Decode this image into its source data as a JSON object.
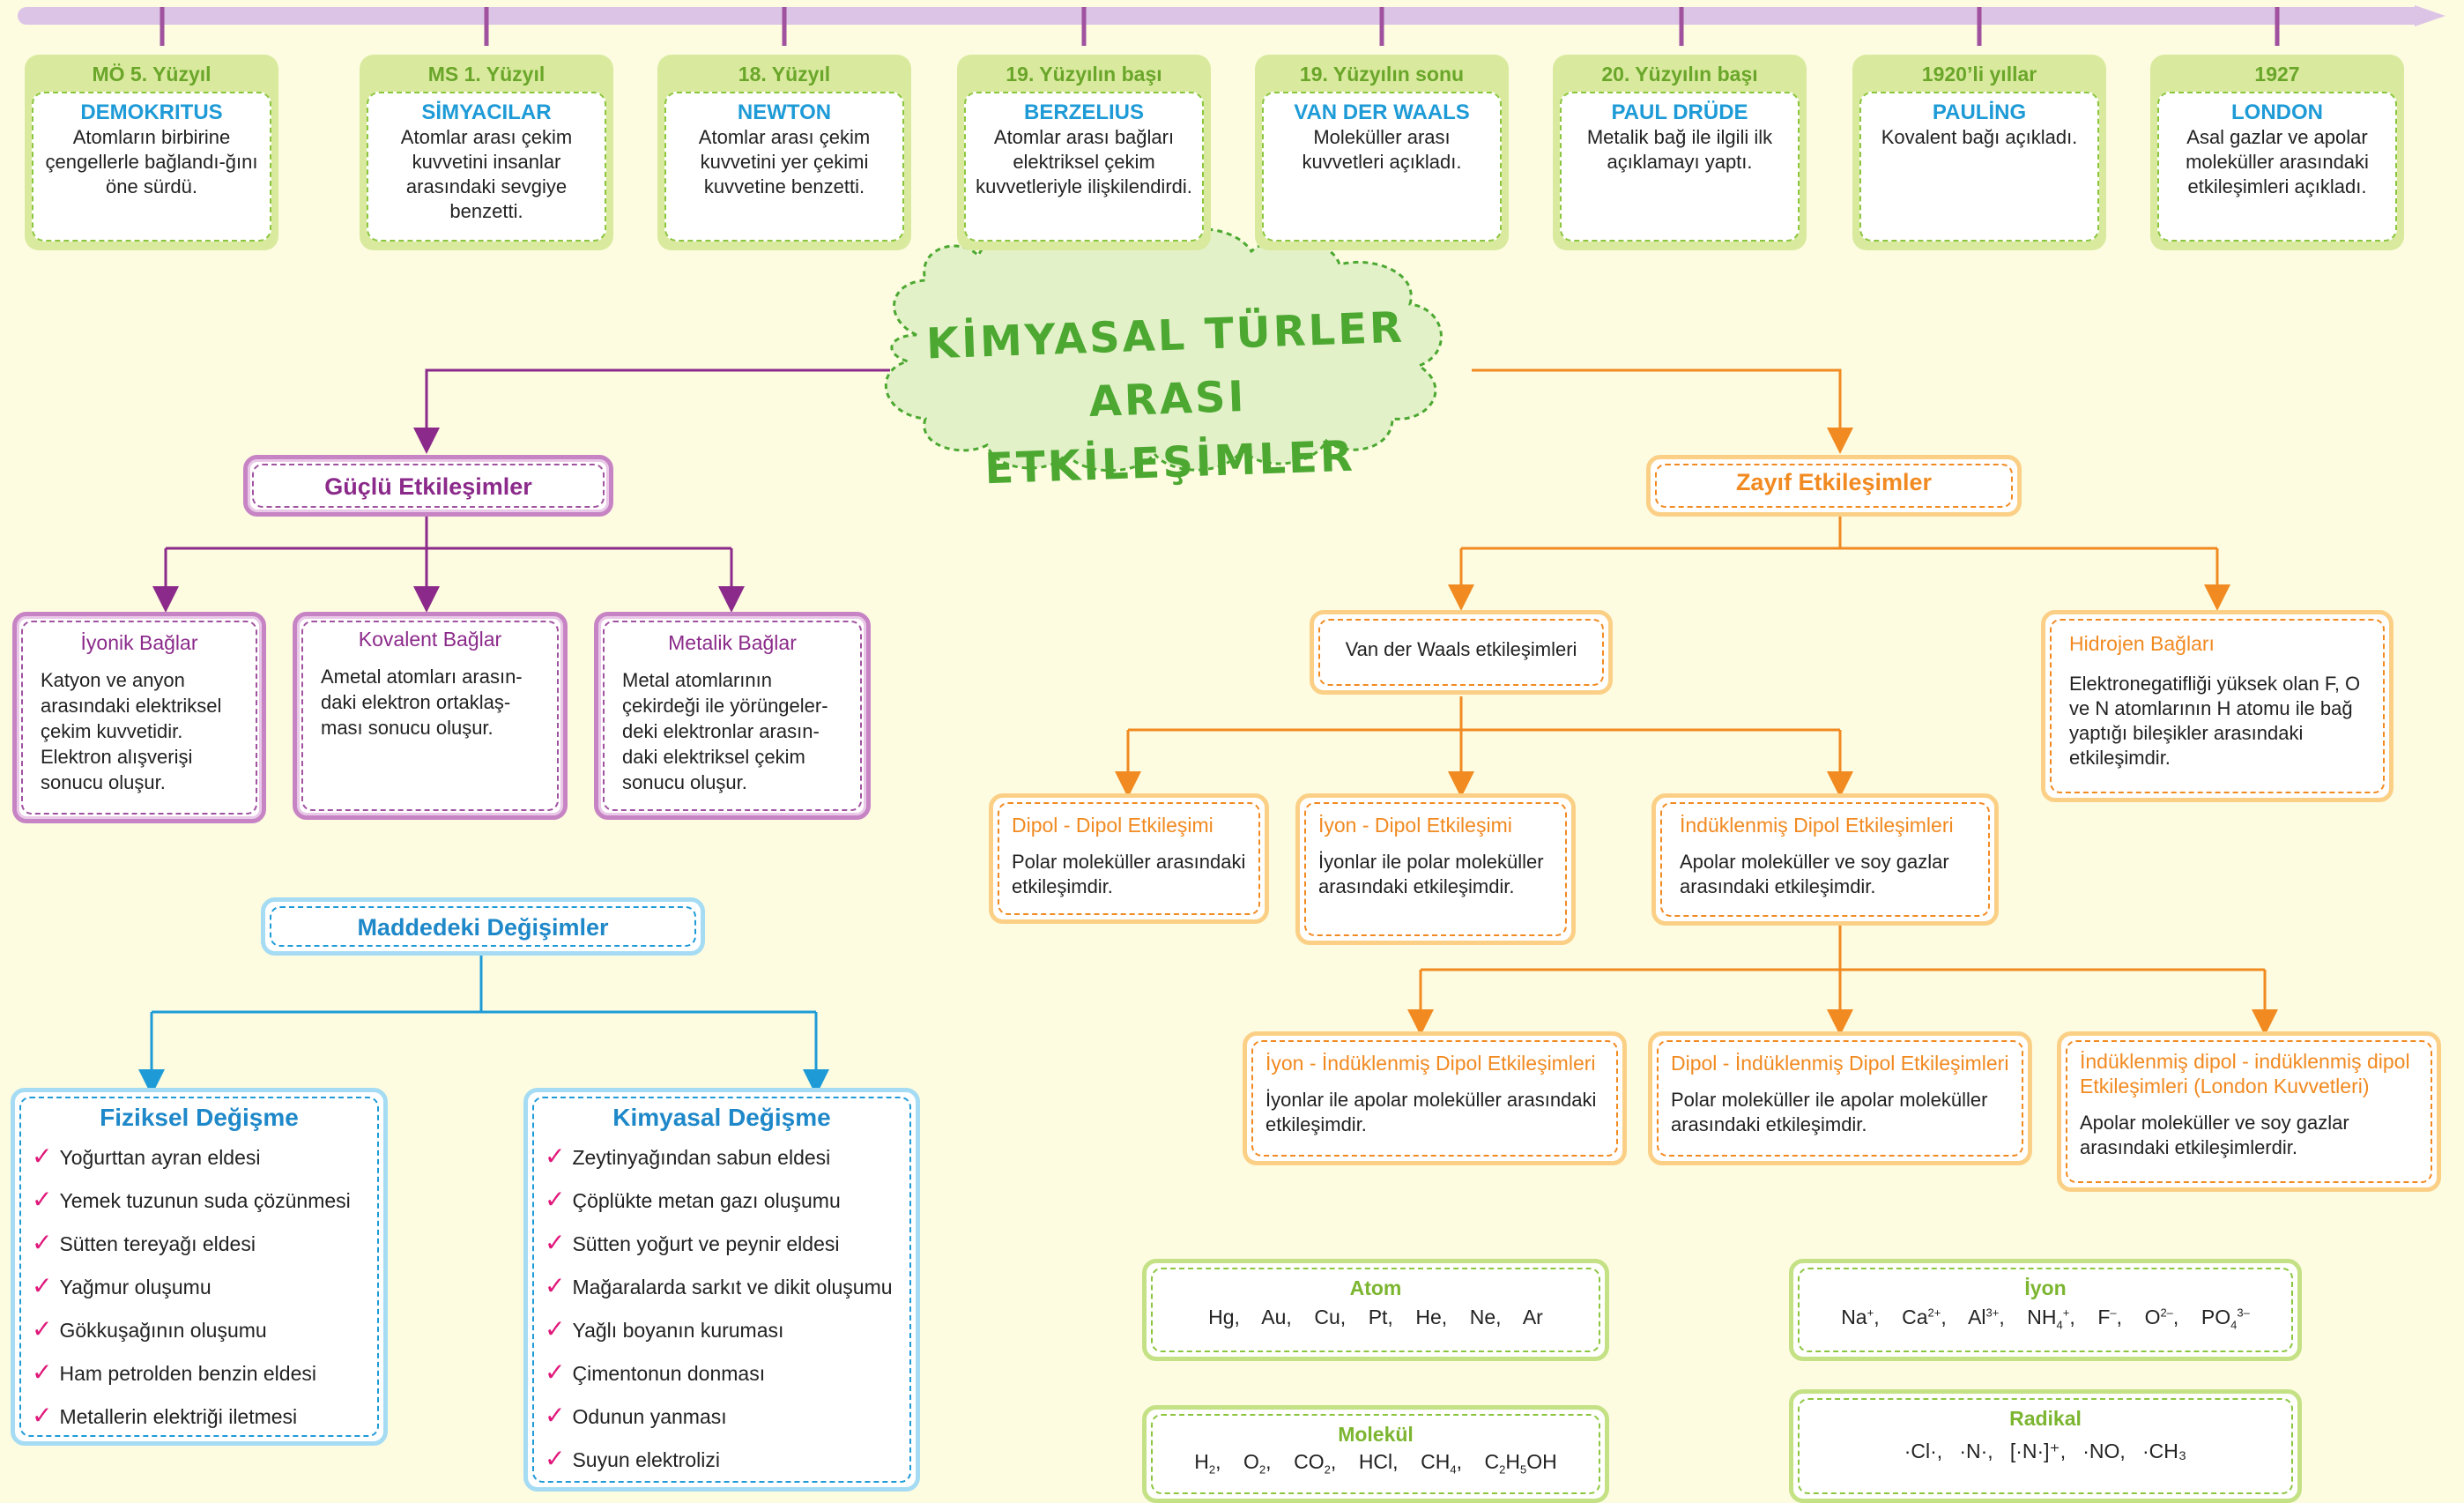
{
  "timeline": [
    {
      "era": "MÖ 5. Yüzyıl",
      "name": "DEMOKRITUS",
      "text": "Atomların birbirine çengellerle bağlandı-ğını öne sürdü."
    },
    {
      "era": "MS 1. Yüzyıl",
      "name": "SİMYACILAR",
      "text": "Atomlar arası çekim kuvvetini insanlar arasındaki sevgiye benzetti."
    },
    {
      "era": "18. Yüzyıl",
      "name": "NEWTON",
      "text": "Atomlar arası çekim kuvvetini yer çekimi kuvvetine benzetti."
    },
    {
      "era": "19. Yüzyılın başı",
      "name": "BERZELIUS",
      "text": "Atomlar arası bağları elektriksel çekim kuvvetleriyle ilişkilendirdi."
    },
    {
      "era": "19. Yüzyılın sonu",
      "name": "VAN DER WAALS",
      "text": "Moleküller arası kuvvetleri açıkladı."
    },
    {
      "era": "20. Yüzyılın başı",
      "name": "PAUL DRÜDE",
      "text": "Metalik bağ ile ilgili ilk açıklamayı yaptı."
    },
    {
      "era": "1920’li yıllar",
      "name": "PAULİNG",
      "text": "Kovalent bağı açıkladı."
    },
    {
      "era": "1927",
      "name": "LONDON",
      "text": "Asal gazlar ve apolar moleküller arasındaki etkileşimleri açıkladı."
    }
  ],
  "title": {
    "line1": "KİMYASAL TÜRLER",
    "line2": "ARASI ETKİLEŞİMLER"
  },
  "strong": {
    "title": "Güçlü Etkileşimler",
    "items": [
      {
        "title": "İyonik Bağlar",
        "text": "Katyon ve anyon arasındaki elektriksel çekim kuvvetidir. Elektron alışverişi sonucu oluşur."
      },
      {
        "title": "Kovalent Bağlar",
        "text": "Ametal atomları arasın-daki elektron ortaklaş-ması sonucu oluşur."
      },
      {
        "title": "Metalik Bağlar",
        "text": "Metal atomlarının çekirdeği ile yörüngeler-deki elektronlar arasın-daki elektriksel çekim sonucu oluşur."
      }
    ]
  },
  "weak": {
    "title": "Zayıf Etkileşimler",
    "vdw": "Van der Waals etkileşimleri",
    "hydrogen": {
      "title": "Hidrojen Bağları",
      "text": "Elektronegatifliği yüksek olan F, O ve N atomlarının H atomu ile bağ yaptığı bileşikler arasındaki etkileşimdir."
    },
    "dipole_dipole": {
      "title": "Dipol - Dipol Etkileşimi",
      "text": "Polar moleküller arasındaki etkileşimdir."
    },
    "ion_dipole": {
      "title": "İyon - Dipol Etkileşimi",
      "text": "İyonlar ile polar moleküller arasındaki etkileşimdir."
    },
    "induced": {
      "title": "İndüklenmiş Dipol Etkileşimleri",
      "text": "Apolar moleküller ve soy gazlar arasındaki etkileşimdir."
    },
    "ion_induced": {
      "title": "İyon - İndüklenmiş Dipol Etkileşimleri",
      "text": "İyonlar ile apolar moleküller arasındaki etkileşimdir."
    },
    "dipole_induced": {
      "title": "Dipol - İndüklenmiş Dipol Etkileşimleri",
      "text": "Polar moleküller ile apolar moleküller arasındaki etkileşimdir."
    },
    "london": {
      "title": "İndüklenmiş dipol - indüklenmiş dipol Etkileşimleri (London Kuvvetleri)",
      "text": "Apolar moleküller ve soy gazlar arasındaki etkileşimlerdir."
    }
  },
  "changes": {
    "title": "Maddedeki Değişimler",
    "physical": {
      "title": "Fiziksel Değişme",
      "items": [
        "Yoğurttan ayran eldesi",
        "Yemek tuzunun suda çözünmesi",
        "Sütten tereyağı eldesi",
        "Yağmur oluşumu",
        "Gökkuşağının oluşumu",
        "Ham petrolden benzin eldesi",
        "Metallerin elektriği iletmesi"
      ]
    },
    "chemical": {
      "title": "Kimyasal Değişme",
      "items": [
        "Zeytinyağından sabun eldesi",
        "Çöplükte metan gazı oluşumu",
        "Sütten yoğurt ve peynir eldesi",
        "Mağaralarda sarkıt ve dikit oluşumu",
        "Yağlı boyanın kuruması",
        "Çimentonun donması",
        "Odunun yanması",
        "Suyun elektrolizi"
      ]
    }
  },
  "species": {
    "atom": {
      "title": "Atom",
      "items": [
        "Hg,",
        "Au,",
        "Cu,",
        "Pt,",
        "He,",
        "Ne,",
        "Ar"
      ]
    },
    "ion": {
      "title": "İyon",
      "items": [
        [
          "Na",
          "+",
          ""
        ],
        [
          "Ca",
          "2+",
          ""
        ],
        [
          "Al",
          "3+",
          ""
        ],
        [
          "NH",
          "+",
          "4"
        ],
        [
          "F",
          "–",
          ""
        ],
        [
          "O",
          "2–",
          ""
        ],
        [
          "PO",
          "3–",
          "4"
        ]
      ]
    },
    "molecule": {
      "title": "Molekül",
      "items": [
        [
          "H",
          "2"
        ],
        [
          "O",
          "2"
        ],
        [
          "CO",
          "2"
        ],
        [
          "HCl",
          ""
        ],
        [
          "CH",
          "4"
        ],
        [
          "C",
          "2",
          "H",
          "5",
          "OH"
        ]
      ]
    },
    "radical": {
      "title": "Radikal",
      "items": [
        "·Cl·",
        "·N·",
        "[·N·]⁺",
        "·NO,",
        "·CH₃"
      ]
    }
  },
  "colors": {
    "purple": "#a0529f",
    "orange": "#f18a21",
    "blue": "#1e9bd7",
    "green": "#8cc63f"
  }
}
